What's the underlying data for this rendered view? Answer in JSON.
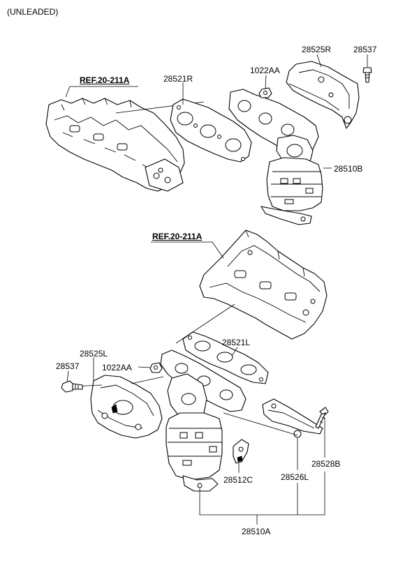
{
  "diagram": {
    "header": "(UNLEADED)",
    "labels": {
      "p28525R": "28525R",
      "p28537_top": "28537",
      "p1022AA_top": "1022AA",
      "ref_top": "REF.20-211A",
      "p28521R": "28521R",
      "p28510B": "28510B",
      "ref_bottom": "REF.20-211A",
      "p28521L": "28521L",
      "p28525L": "28525L",
      "p28537_bottom": "28537",
      "p1022AA_bottom": "1022AA",
      "p28528B": "28528B",
      "p28526L": "28526L",
      "p28512C": "28512C",
      "p28510A": "28510A"
    }
  }
}
